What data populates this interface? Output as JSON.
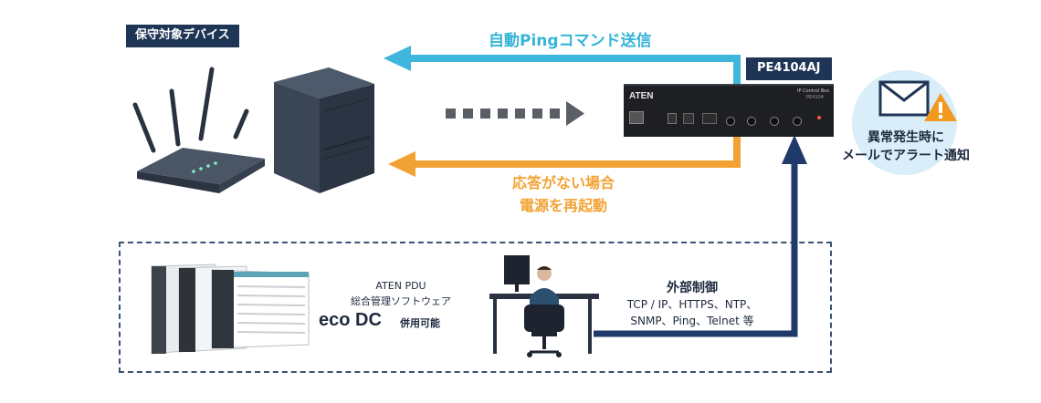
{
  "labels": {
    "device_tag": "保守対象デバイス",
    "model_tag": "PE4104AJ",
    "ping_text": "自動Pingコマンド送信",
    "no_response_line1": "応答がない場合",
    "no_response_line2": "電源を再起動",
    "alert_line1": "異常発生時に",
    "alert_line2": "メールでアラート通知",
    "pdu_line1": "ATEN PDU",
    "pdu_line2": "総合管理ソフトウェア",
    "eco_dc": "eco DC",
    "eco_suffix": "併用可能",
    "external_title": "外部制御",
    "protocols_line1": "TCP / IP、HTTPS、NTP、",
    "protocols_line2": "SNMP、Ping、Telnet 等"
  },
  "device": {
    "brand": "ATEN",
    "model_small": "IP Control Box",
    "model_code": "PE4104"
  },
  "colors": {
    "ping_arrow": "#3fb6dc",
    "reboot_arrow": "#f2a234",
    "control_arrow": "#1f3a6a",
    "dashed_border": "#3b5272",
    "alert_badge": "#f39a1e",
    "bubble_bg": "#d9eef8",
    "tag_bg": "#1f3556"
  },
  "icons": [
    "router-icon",
    "server-tower-icon",
    "pdu-device-icon",
    "mail-alert-icon",
    "warning-icon",
    "workstation-icon",
    "software-screens-icon"
  ]
}
